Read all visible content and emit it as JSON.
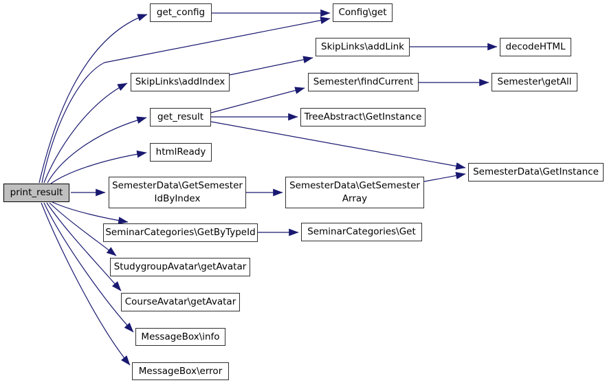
{
  "diagram": {
    "type": "call-graph",
    "root": "print_result"
  },
  "colors": {
    "background": "#ffffff",
    "edge": "#191970",
    "node_border": "#2f2f2f",
    "node_fill": "#ffffff",
    "root_fill": "#bfbfbf",
    "text": "#000000"
  },
  "nodes": [
    {
      "id": "print_result",
      "label": "print_result",
      "is_root": true
    },
    {
      "id": "get_config",
      "label": "get_config"
    },
    {
      "id": "config_get",
      "label": "Config\\get"
    },
    {
      "id": "skiplinks_addlink",
      "label": "SkipLinks\\addLink"
    },
    {
      "id": "decodehtml",
      "label": "decodeHTML"
    },
    {
      "id": "skiplinks_addindex",
      "label": "SkipLinks\\addIndex"
    },
    {
      "id": "semester_findcurrent",
      "label": "Semester\\findCurrent"
    },
    {
      "id": "semester_getall",
      "label": "Semester\\getAll"
    },
    {
      "id": "get_result",
      "label": "get_result"
    },
    {
      "id": "treeabstract_getinstance",
      "label": "TreeAbstract\\GetInstance"
    },
    {
      "id": "htmlready",
      "label": "htmlReady"
    },
    {
      "id": "semesterdata_getinstance",
      "label": "SemesterData\\GetInstance"
    },
    {
      "id": "semesterdata_getsemesteridbyindex",
      "label": "SemesterData\\GetSemester\nIdByIndex"
    },
    {
      "id": "semesterdata_getsemesterarray",
      "label": "SemesterData\\GetSemester\nArray"
    },
    {
      "id": "seminarcategories_getbytypeid",
      "label": "SeminarCategories\\GetByTypeId"
    },
    {
      "id": "seminarcategories_get",
      "label": "SeminarCategories\\Get"
    },
    {
      "id": "studygroupavatar_getavatar",
      "label": "StudygroupAvatar\\getAvatar"
    },
    {
      "id": "courseavatar_getavatar",
      "label": "CourseAvatar\\getAvatar"
    },
    {
      "id": "messagebox_info",
      "label": "MessageBox\\info"
    },
    {
      "id": "messagebox_error",
      "label": "MessageBox\\error"
    }
  ],
  "edges": [
    {
      "from": "print_result",
      "to": "get_config"
    },
    {
      "from": "print_result",
      "to": "config_get"
    },
    {
      "from": "print_result",
      "to": "skiplinks_addindex"
    },
    {
      "from": "print_result",
      "to": "get_result"
    },
    {
      "from": "print_result",
      "to": "htmlready"
    },
    {
      "from": "print_result",
      "to": "semesterdata_getsemesteridbyindex"
    },
    {
      "from": "print_result",
      "to": "seminarcategories_getbytypeid"
    },
    {
      "from": "print_result",
      "to": "studygroupavatar_getavatar"
    },
    {
      "from": "print_result",
      "to": "courseavatar_getavatar"
    },
    {
      "from": "print_result",
      "to": "messagebox_info"
    },
    {
      "from": "print_result",
      "to": "messagebox_error"
    },
    {
      "from": "get_config",
      "to": "config_get"
    },
    {
      "from": "skiplinks_addindex",
      "to": "skiplinks_addlink"
    },
    {
      "from": "skiplinks_addlink",
      "to": "decodehtml"
    },
    {
      "from": "get_result",
      "to": "semester_findcurrent"
    },
    {
      "from": "get_result",
      "to": "treeabstract_getinstance"
    },
    {
      "from": "get_result",
      "to": "semesterdata_getinstance"
    },
    {
      "from": "semester_findcurrent",
      "to": "semester_getall"
    },
    {
      "from": "semesterdata_getsemesteridbyindex",
      "to": "semesterdata_getsemesterarray"
    },
    {
      "from": "semesterdata_getsemesterarray",
      "to": "semesterdata_getinstance"
    },
    {
      "from": "seminarcategories_getbytypeid",
      "to": "seminarcategories_get"
    }
  ]
}
